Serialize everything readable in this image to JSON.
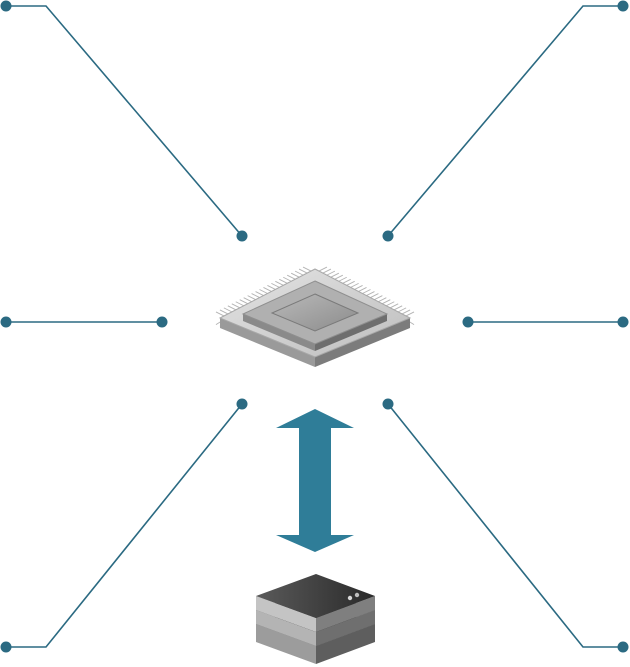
{
  "colors": {
    "connector": "#2b6a82",
    "arrow": "#2f7d98",
    "chip_body": "#c9c9c9",
    "chip_die": "#9e9e9e",
    "storage_top": "#3a3a3a",
    "storage_layers": "#b5b5b5"
  },
  "icons": {
    "processor": "cpu-chip-icon",
    "storage": "storage-stack-icon",
    "transfer": "bidirectional-arrow-icon"
  },
  "connectors": [
    {
      "name": "connector-top-left"
    },
    {
      "name": "connector-top-right"
    },
    {
      "name": "connector-middle-left"
    },
    {
      "name": "connector-middle-right"
    },
    {
      "name": "connector-bottom-left"
    },
    {
      "name": "connector-bottom-right"
    }
  ]
}
